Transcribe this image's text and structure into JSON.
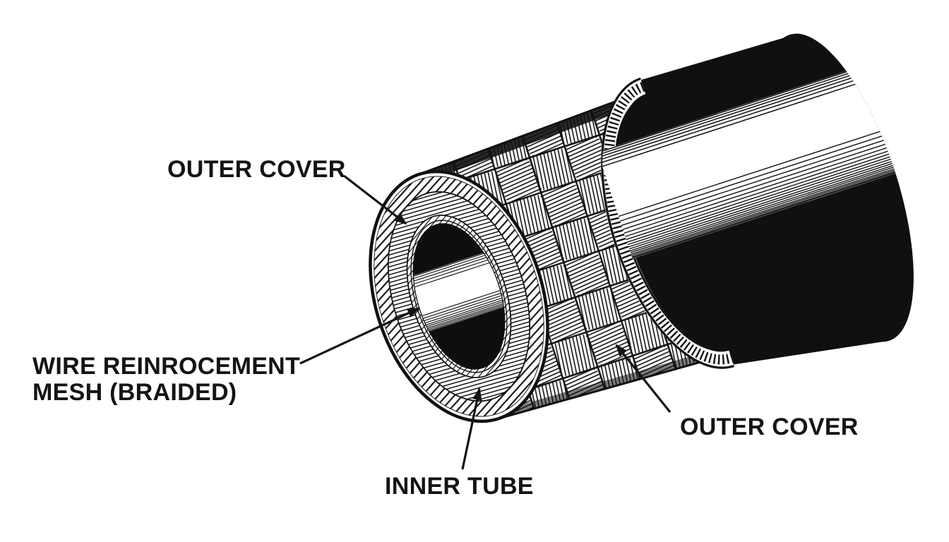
{
  "figure": {
    "background_color": "#ffffff",
    "ink_color": "#141414",
    "callouts": {
      "outer_cover_top": {
        "label": "OUTER COVER"
      },
      "wire_mesh": {
        "line1": "WIRE REINROCEMENT",
        "line2": "MESH (BRAIDED)"
      },
      "inner_tube": {
        "label": "INNER TUBE"
      },
      "outer_cover_right": {
        "label": "OUTER COVER"
      }
    }
  }
}
